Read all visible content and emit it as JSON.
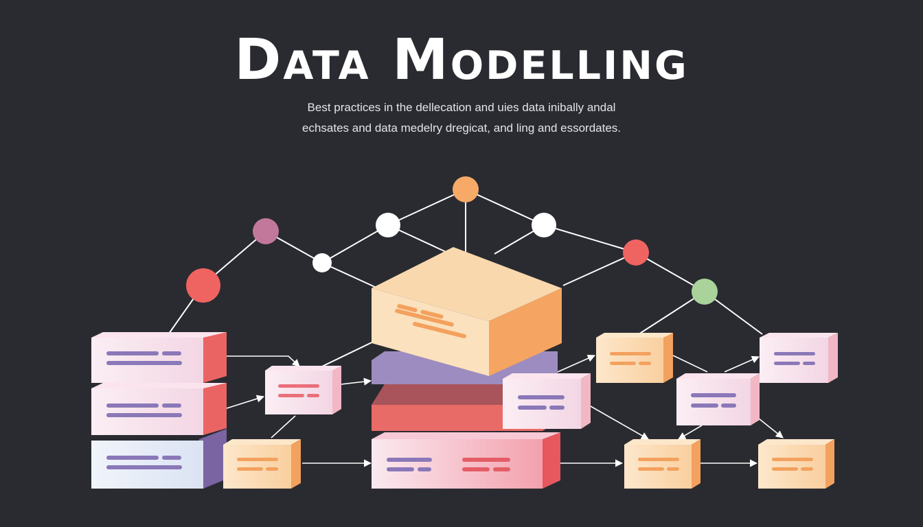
{
  "title": "Data Modelling",
  "subtitle": {
    "line1": "Best practices in the dellecation and uies data inibally andal",
    "line2": "echsates and data medelry dregicat, and ling and essordates."
  },
  "colors": {
    "background": "#2a2b31",
    "text": "#ffffff",
    "node_orange": "#f7a968",
    "node_red": "#ef6461",
    "node_pink": "#c2789b",
    "node_green": "#a9d39a",
    "node_white": "#ffffff",
    "block_peach": "#f8d4a8",
    "block_pink": "#f6e6ef",
    "block_coral": "#e96b68",
    "block_purple": "#9d8cc0",
    "block_lightblue": "#e8eef8",
    "line_purple": "#8a78b8",
    "line_orange": "#f3a15e",
    "line_pink": "#ea6f7a"
  }
}
